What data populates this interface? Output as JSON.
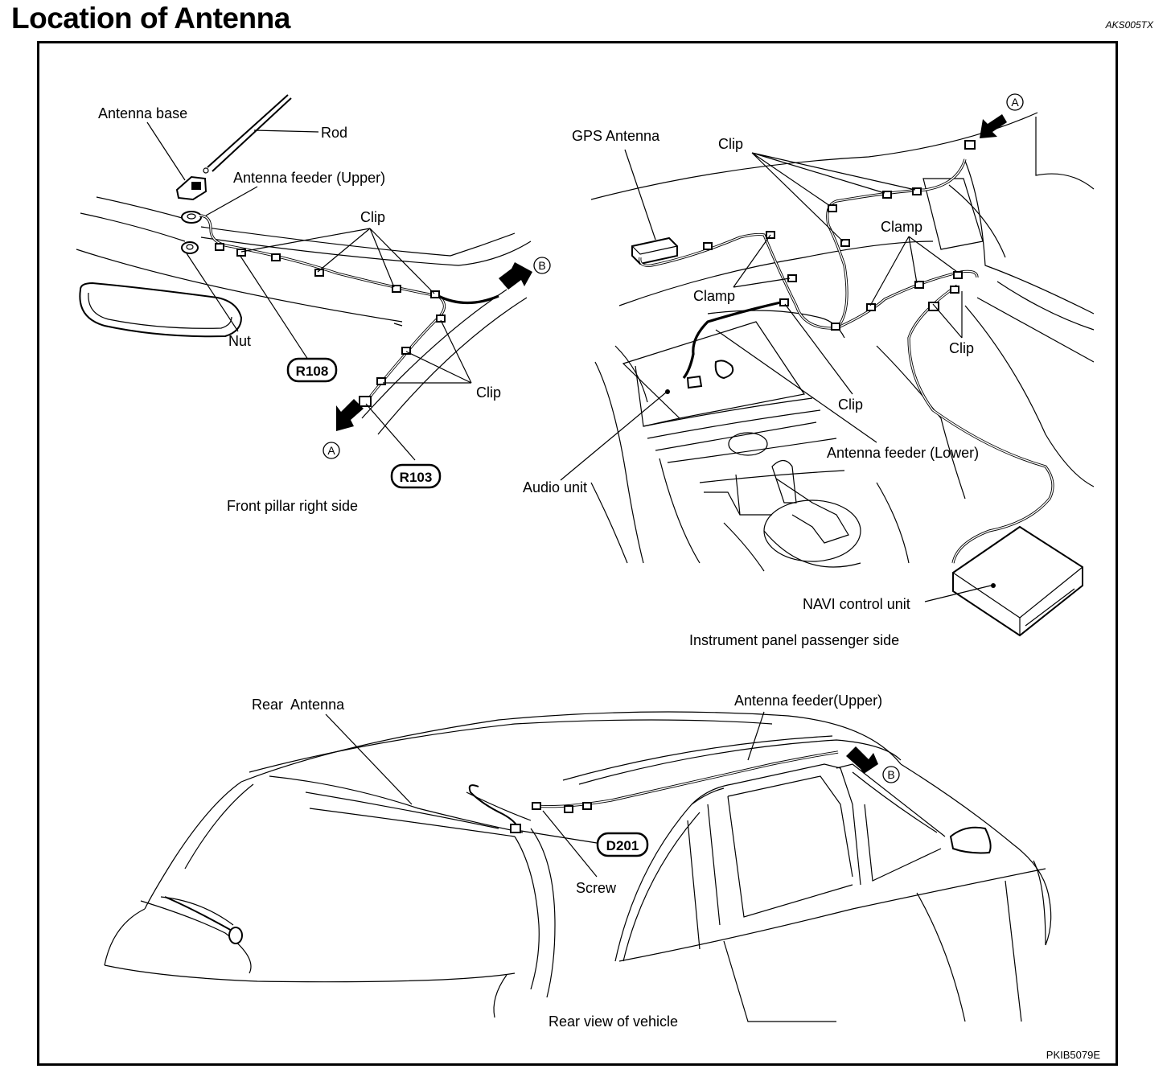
{
  "header": {
    "title": "Location of Antenna",
    "code": "AKS005TX"
  },
  "footer": {
    "code": "PKIB5079E"
  },
  "front_pillar": {
    "caption": "Front pillar right side",
    "labels": {
      "antenna_base": "Antenna base",
      "rod": "Rod",
      "feeder_upper": "Antenna feeder (Upper)",
      "clip_top": "Clip",
      "nut": "Nut",
      "clip_bottom": "Clip"
    },
    "connectors": {
      "r108": "R108",
      "r103": "R103"
    },
    "markers": {
      "a": "A",
      "b": "B"
    }
  },
  "instrument_panel": {
    "caption": "Instrument panel passenger side",
    "labels": {
      "gps_antenna": "GPS Antenna",
      "clip_top": "Clip",
      "clamp_right": "Clamp",
      "clamp_left": "Clamp",
      "clip_right": "Clip",
      "clip_mid": "Clip",
      "feeder_lower": "Antenna feeder (Lower)",
      "audio_unit": "Audio unit",
      "navi_unit": "NAVI control unit"
    },
    "markers": {
      "a": "A"
    }
  },
  "rear_view": {
    "caption": "Rear view of vehicle",
    "labels": {
      "rear_antenna": "Rear  Antenna",
      "feeder_upper": "Antenna feeder(Upper)",
      "screw": "Screw"
    },
    "connectors": {
      "d201": "D201"
    },
    "markers": {
      "b": "B"
    }
  }
}
